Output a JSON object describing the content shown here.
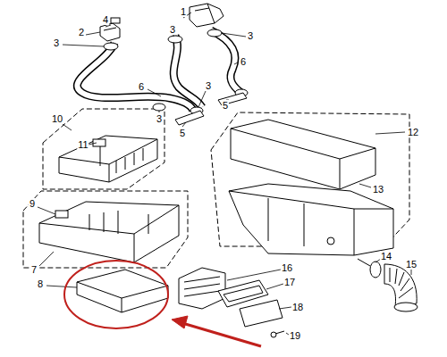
{
  "diagram": {
    "labels": [
      "1",
      "4",
      "2",
      "3",
      "3",
      "3",
      "6",
      "6",
      "3",
      "3",
      "5",
      "5",
      "10",
      "11",
      "12",
      "13",
      "9",
      "14",
      "15",
      "7",
      "16",
      "8",
      "17",
      "18",
      "19"
    ]
  }
}
